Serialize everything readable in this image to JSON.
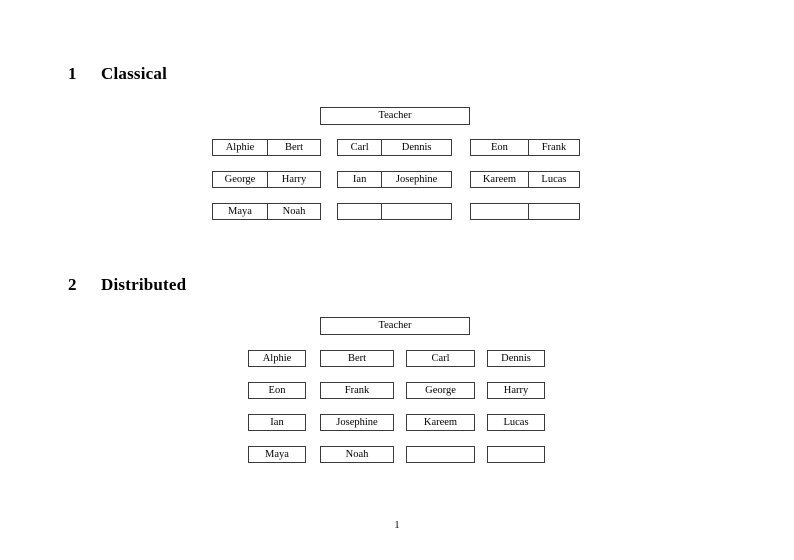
{
  "document": {
    "page_number": "1",
    "sections": [
      {
        "number": "1",
        "title": "Classical",
        "layout": "classical",
        "teacher_label": "Teacher",
        "groups": [
          {
            "name": "group-a",
            "rows": [
              {
                "left": "Alphie",
                "right": "Bert"
              },
              {
                "left": "George",
                "right": "Harry"
              },
              {
                "left": "Maya",
                "right": "Noah"
              }
            ]
          },
          {
            "name": "group-b",
            "rows": [
              {
                "left": "Carl",
                "right": "Dennis"
              },
              {
                "left": "Ian",
                "right": "Josephine"
              },
              {
                "left": "",
                "right": ""
              }
            ]
          },
          {
            "name": "group-c",
            "rows": [
              {
                "left": "Eon",
                "right": "Frank"
              },
              {
                "left": "Kareem",
                "right": "Lucas"
              },
              {
                "left": "",
                "right": ""
              }
            ]
          }
        ]
      },
      {
        "number": "2",
        "title": "Distributed",
        "layout": "distributed",
        "teacher_label": "Teacher",
        "rows": [
          [
            "Alphie",
            "Bert",
            "Carl",
            "Dennis"
          ],
          [
            "Eon",
            "Frank",
            "George",
            "Harry"
          ],
          [
            "Ian",
            "Josephine",
            "Kareem",
            "Lucas"
          ],
          [
            "Maya",
            "Noah",
            "",
            ""
          ]
        ]
      }
    ]
  },
  "colors": {
    "page_background": "#ffffff",
    "text": "#000000",
    "box_border": "#3a3a3a"
  }
}
